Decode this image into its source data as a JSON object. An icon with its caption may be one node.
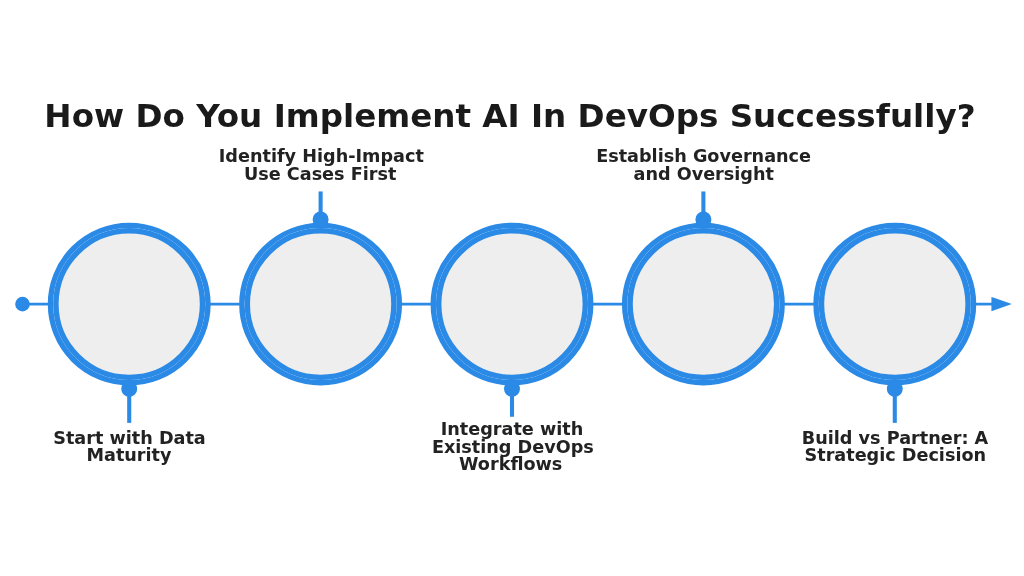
{
  "diagram": {
    "title": "How Do You Implement AI In DevOps Successfully?",
    "nodes": [
      {
        "text": [],
        "shape": "circle"
      },
      {
        "text": [
          "Start with Data Maturity"
        ]
      },
      {
        "text": [],
        "shape": "circle"
      },
      {
        "text": [
          "Identify High-Impact Use Cases First"
        ]
      },
      {
        "text": [],
        "shape": "circle"
      },
      {
        "text": [
          "Integrate with Existing DevOps Workflows"
        ]
      },
      {
        "text": [],
        "shape": "circle"
      },
      {
        "text": [
          "Establish Governance and Oversight"
        ]
      },
      {
        "text": [],
        "shape": "circle"
      },
      {
        "text": [
          "Build vs Partner: A Strategic Decision"
        ]
      }
    ],
    "edges": [
      {
        "from": null,
        "to": 0,
        "arrow": "other"
      },
      {
        "from": 0,
        "to": 2,
        "arrow": "none"
      },
      {
        "from": 2,
        "to": 4,
        "arrow": "none"
      },
      {
        "from": 4,
        "to": 6,
        "arrow": "none"
      },
      {
        "from": 6,
        "to": 8,
        "arrow": "none"
      },
      {
        "from": 8,
        "to": null,
        "arrow": "to"
      },
      {
        "from": 1,
        "to": 0,
        "arrow": "other"
      },
      {
        "from": 3,
        "to": 2,
        "arrow": "other"
      },
      {
        "from": 5,
        "to": 4,
        "arrow": "other"
      },
      {
        "from": 7,
        "to": 6,
        "arrow": "other"
      },
      {
        "from": 9,
        "to": 8,
        "arrow": "other"
      }
    ]
  }
}
